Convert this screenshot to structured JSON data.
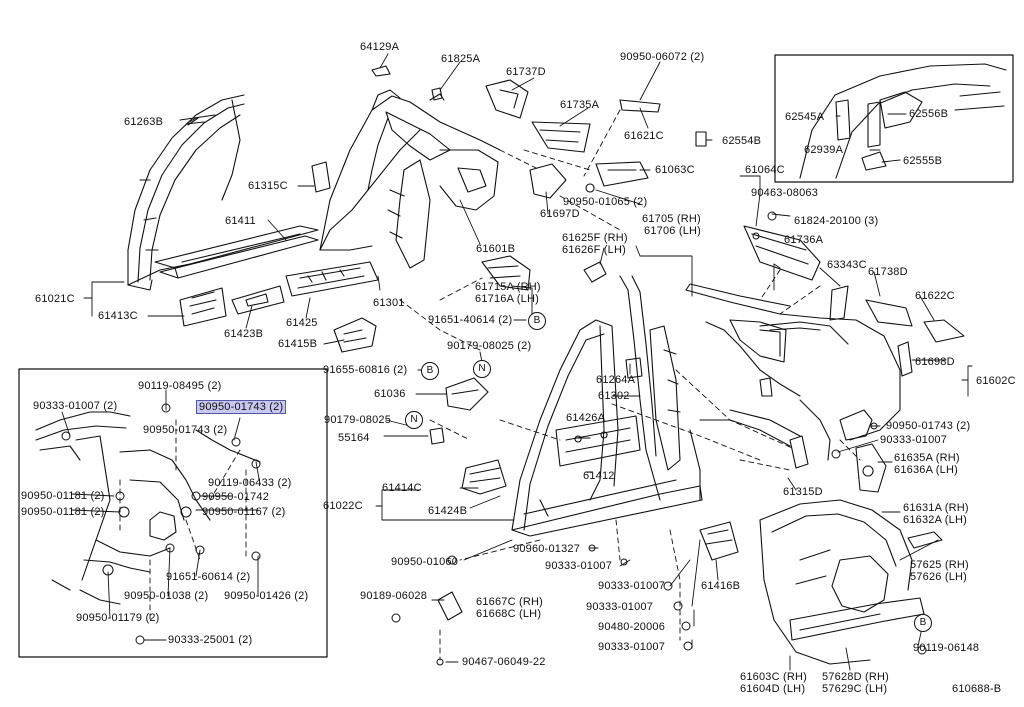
{
  "diagram_code": "610688-B",
  "labels": [
    {
      "id": "p64129a",
      "text": "64129A"
    },
    {
      "id": "p61825a",
      "text": "61825A"
    },
    {
      "id": "p61737d",
      "text": "61737D"
    },
    {
      "id": "p90950_06072",
      "text": "90950-06072 (2)"
    },
    {
      "id": "p61263b",
      "text": "61263B"
    },
    {
      "id": "p61735a",
      "text": "61735A"
    },
    {
      "id": "p61621c",
      "text": "61621C"
    },
    {
      "id": "p62554b",
      "text": "62554B"
    },
    {
      "id": "p62545a",
      "text": "62545A"
    },
    {
      "id": "p62556b",
      "text": "62556B"
    },
    {
      "id": "p62939a",
      "text": "62939A"
    },
    {
      "id": "p62555b",
      "text": "62555B"
    },
    {
      "id": "p61315c",
      "text": "61315C"
    },
    {
      "id": "p61063c",
      "text": "61063C"
    },
    {
      "id": "p61064c",
      "text": "61064C"
    },
    {
      "id": "p90950_01065",
      "text": "90950-01065 (2)"
    },
    {
      "id": "p90463_08063",
      "text": "90463-08063"
    },
    {
      "id": "p61697d",
      "text": "61697D"
    },
    {
      "id": "p61411",
      "text": "61411"
    },
    {
      "id": "p61705",
      "text": "61705 (RH)"
    },
    {
      "id": "p61706",
      "text": "61706 (LH)"
    },
    {
      "id": "p61824",
      "text": "61824-20100 (3)"
    },
    {
      "id": "p61601b",
      "text": "61601B"
    },
    {
      "id": "p61625f",
      "text": "61625F (RH)"
    },
    {
      "id": "p61626f",
      "text": "61626F (LH)"
    },
    {
      "id": "p61736a",
      "text": "61736A"
    },
    {
      "id": "p63343c",
      "text": "63343C"
    },
    {
      "id": "p61738d",
      "text": "61738D"
    },
    {
      "id": "p61021c",
      "text": "61021C"
    },
    {
      "id": "p61715a",
      "text": "61715A (RH)"
    },
    {
      "id": "p61716a",
      "text": "61716A (LH)"
    },
    {
      "id": "p61622c",
      "text": "61622C"
    },
    {
      "id": "p61413c",
      "text": "61413C"
    },
    {
      "id": "p61425",
      "text": "61425"
    },
    {
      "id": "p61301",
      "text": "61301"
    },
    {
      "id": "p91651_40614",
      "text": "91651-40614 (2)"
    },
    {
      "id": "p61423b",
      "text": "61423B"
    },
    {
      "id": "p61415b",
      "text": "61415B"
    },
    {
      "id": "p90179_08025_2",
      "text": "90179-08025 (2)"
    },
    {
      "id": "p61698d",
      "text": "61698D"
    },
    {
      "id": "p91655_60816",
      "text": "91655-60816 (2)"
    },
    {
      "id": "p61264a",
      "text": "61264A"
    },
    {
      "id": "p61602c",
      "text": "61602C"
    },
    {
      "id": "p61036",
      "text": "61036"
    },
    {
      "id": "p61302",
      "text": "61302"
    },
    {
      "id": "p90119_08495",
      "text": "90119-08495 (2)"
    },
    {
      "id": "p90333_01007_2",
      "text": "90333-01007 (2)"
    },
    {
      "id": "p90950_01743_hl",
      "text": "90950-01743 (2)"
    },
    {
      "id": "p90179_08025",
      "text": "90179-08025"
    },
    {
      "id": "p61426a",
      "text": "61426A"
    },
    {
      "id": "p90950_01743_r",
      "text": "90950-01743 (2)"
    },
    {
      "id": "p90950_01743_in",
      "text": "90950-01743 (2)"
    },
    {
      "id": "p55164",
      "text": "55164"
    },
    {
      "id": "p90333_01007_r",
      "text": "90333-01007"
    },
    {
      "id": "p90119_06433",
      "text": "90119-06433 (2)"
    },
    {
      "id": "p61635a",
      "text": "61635A (RH)"
    },
    {
      "id": "p61636a",
      "text": "61636A (LH)"
    },
    {
      "id": "p61315d",
      "text": "61315D"
    },
    {
      "id": "p90950_01181_a",
      "text": "90950-01181 (2)"
    },
    {
      "id": "p90950_01742",
      "text": "90950-01742"
    },
    {
      "id": "p61414c",
      "text": "61414C"
    },
    {
      "id": "p61412",
      "text": "61412"
    },
    {
      "id": "p90950_01181_b",
      "text": "90950-01181 (2)"
    },
    {
      "id": "p90950_01167",
      "text": "90950-01167 (2)"
    },
    {
      "id": "p61022c",
      "text": "61022C"
    },
    {
      "id": "p61424b",
      "text": "61424B"
    },
    {
      "id": "p61631a",
      "text": "61631A (RH)"
    },
    {
      "id": "p61632a",
      "text": "61632A (LH)"
    },
    {
      "id": "p90960_01327",
      "text": "90960-01327"
    },
    {
      "id": "p90950_01060",
      "text": "90950-01060"
    },
    {
      "id": "p90333_01007_m",
      "text": "90333-01007"
    },
    {
      "id": "p91651_60614",
      "text": "91651-60614 (2)"
    },
    {
      "id": "p57625",
      "text": "57625 (RH)"
    },
    {
      "id": "p57626",
      "text": "57626 (LH)"
    },
    {
      "id": "p90950_01038",
      "text": "90950-01038 (2)"
    },
    {
      "id": "p90950_01426",
      "text": "90950-01426 (2)"
    },
    {
      "id": "p90189_06028",
      "text": "90189-06028"
    },
    {
      "id": "p61667c",
      "text": "61667C (RH)"
    },
    {
      "id": "p61668c",
      "text": "61668C (LH)"
    },
    {
      "id": "p90333_01007_a",
      "text": "90333-01007"
    },
    {
      "id": "p61416b",
      "text": "61416B"
    },
    {
      "id": "p90333_01007_b",
      "text": "90333-01007"
    },
    {
      "id": "p90950_01179",
      "text": "90950-01179 (2)"
    },
    {
      "id": "p90480_20006",
      "text": "90480-20006"
    },
    {
      "id": "p90333_25001",
      "text": "90333-25001 (2)"
    },
    {
      "id": "p90333_01007_c",
      "text": "90333-01007"
    },
    {
      "id": "p90119_06148",
      "text": "90119-06148"
    },
    {
      "id": "p90467_06049",
      "text": "90467-06049-22"
    },
    {
      "id": "p61603c",
      "text": "61603C (RH)"
    },
    {
      "id": "p61604d",
      "text": "61604D (LH)"
    },
    {
      "id": "p57628d",
      "text": "57628D (RH)"
    },
    {
      "id": "p57629c",
      "text": "57629C (LH)"
    },
    {
      "id": "p610688b",
      "text": "610688-B"
    }
  ],
  "callouts": [
    {
      "id": "cB1",
      "text": "B"
    },
    {
      "id": "cB2",
      "text": "B"
    },
    {
      "id": "cN1",
      "text": "N"
    },
    {
      "id": "cN2",
      "text": "N"
    },
    {
      "id": "cB3",
      "text": "B"
    }
  ]
}
